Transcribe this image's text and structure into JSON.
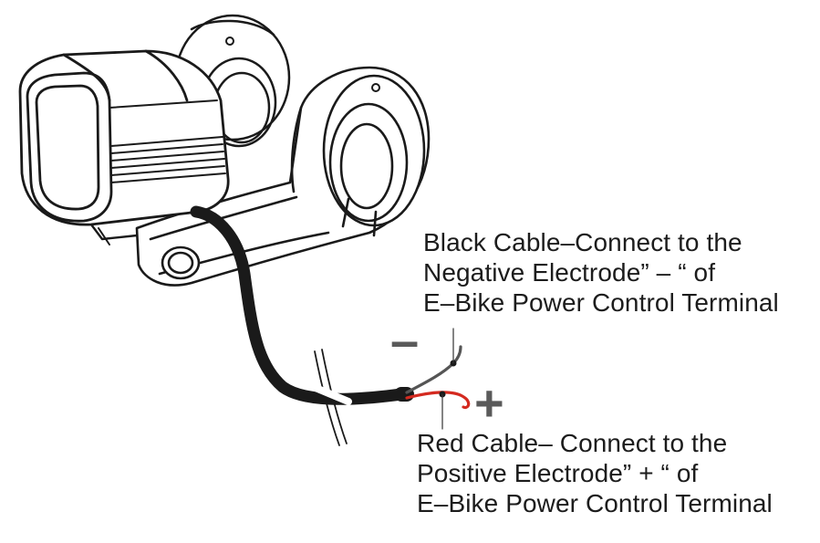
{
  "black_cable": {
    "lines": [
      "Black Cable–Connect to the",
      "Negative Electrode” – “ of",
      "E–Bike Power Control Terminal"
    ],
    "sign": "–",
    "color": "#1a1a1a",
    "lead_color": "#555555"
  },
  "red_cable": {
    "lines": [
      "Red Cable– Connect to the",
      "Positive Electrode” + “ of",
      "E–Bike Power Control Terminal"
    ],
    "sign": "+",
    "color": "#d42a20"
  },
  "icons": {
    "device": "bike-headlight-icon",
    "cable": "power-cable-icon"
  }
}
